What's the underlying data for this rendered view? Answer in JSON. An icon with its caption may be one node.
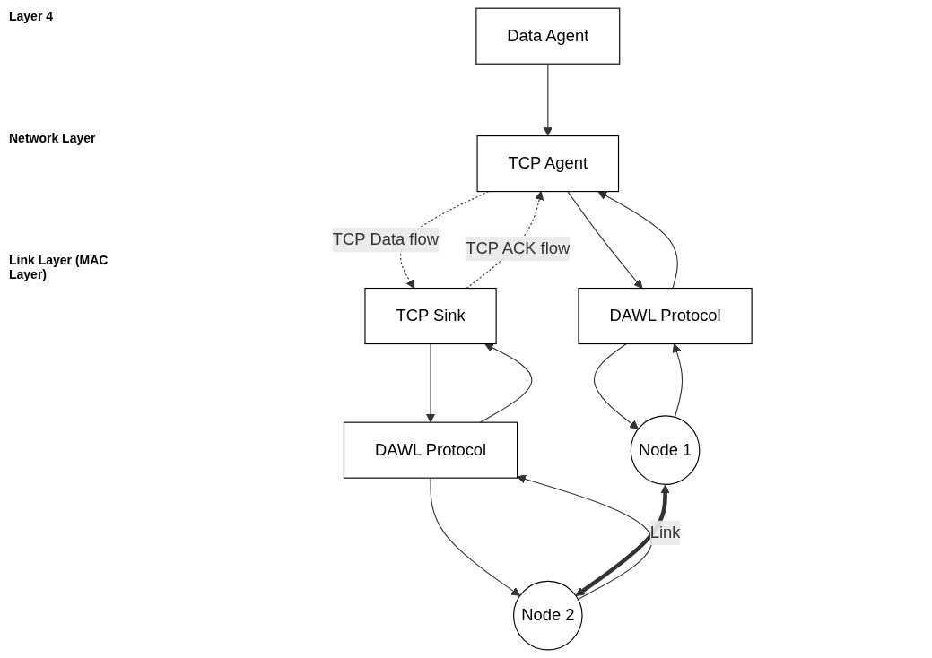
{
  "diagram": {
    "nodes": [
      {
        "text": [
          "Data Agent"
        ]
      },
      {
        "text": [
          "TCP Agent"
        ]
      },
      {
        "text": [
          "TCP Sink"
        ]
      },
      {
        "text": [
          "DAWL Protocol"
        ]
      },
      {
        "text": [
          "DAWL Protocol"
        ]
      },
      {
        "text": [
          "Node 1"
        ]
      },
      {
        "text": [
          "Node 2"
        ]
      }
    ],
    "edges": [
      {
        "from": 0,
        "to": 1,
        "arrow": "to"
      },
      {
        "from": 1,
        "to": 2,
        "arrow": "to",
        "label": "TCP Data flow",
        "style": "dashed"
      },
      {
        "from": 2,
        "to": 1,
        "arrow": "to",
        "label": "TCP ACK flow",
        "style": "dashed"
      },
      {
        "from": 1,
        "to": 3,
        "arrow": "to"
      },
      {
        "from": 3,
        "to": 1,
        "arrow": "to"
      },
      {
        "from": 2,
        "to": 4,
        "arrow": "to"
      },
      {
        "from": 4,
        "to": 2,
        "arrow": "to"
      },
      {
        "from": 3,
        "to": 5,
        "arrow": "to"
      },
      {
        "from": 5,
        "to": 3,
        "arrow": "to"
      },
      {
        "from": 4,
        "to": 6,
        "arrow": "to"
      },
      {
        "from": 6,
        "to": 4,
        "arrow": "to"
      },
      {
        "from": 5,
        "to": 6,
        "arrow": "both",
        "label": "Link",
        "style": "thick"
      }
    ],
    "labels": [
      "Layer 4",
      "Network Layer",
      "Link Layer (MAC Layer)"
    ]
  }
}
